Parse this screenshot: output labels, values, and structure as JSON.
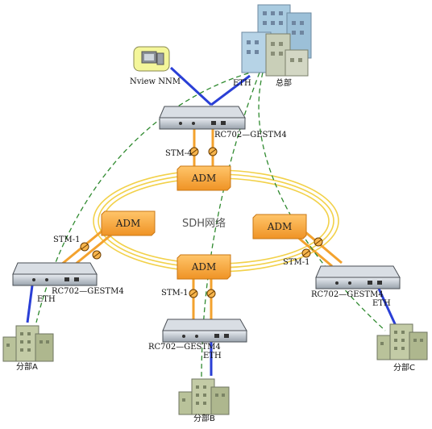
{
  "diagram": {
    "center_label": "SDH网络",
    "adm_label": "ADM",
    "headquarters": {
      "label": "总部",
      "eth": "ETH"
    },
    "nms": {
      "label": "Nview NNM"
    },
    "device_model": "RC702—GESTM4",
    "link_stm4": "STM-4",
    "link_stm1": "STM-1",
    "eth_label": "ETH",
    "branches": {
      "a": "分部A",
      "b": "分部B",
      "c": "分部C"
    }
  },
  "colors": {
    "ring": "#f2d14a",
    "fiber": "#f3a22e",
    "adm_fill": "#f4a23a",
    "eth_link": "#2a3fd6",
    "dashed": "#2f8a2f",
    "building": "#b9c29a"
  }
}
